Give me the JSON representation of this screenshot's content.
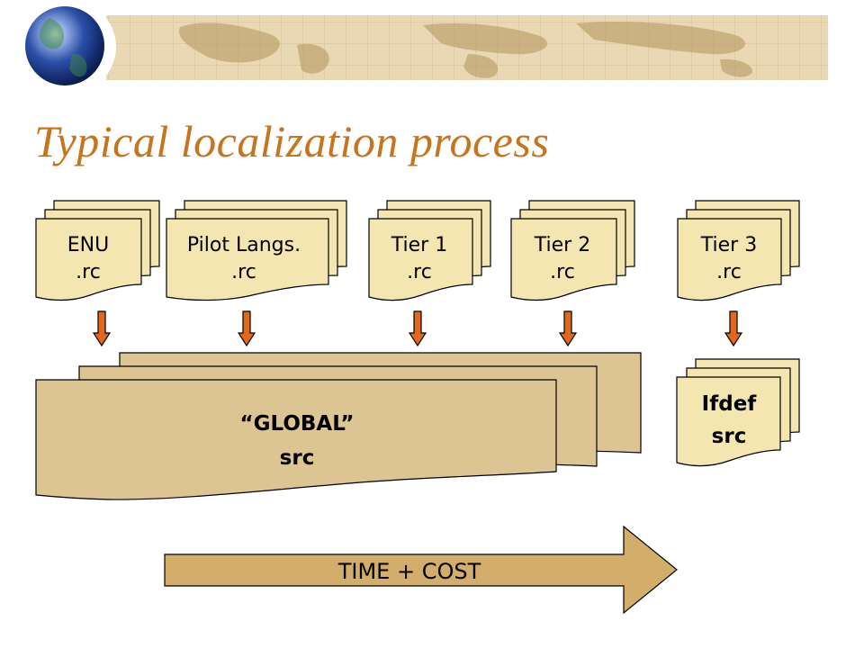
{
  "slide": {
    "title": "Typical localization process"
  },
  "decor": {
    "globe_icon": "globe-icon",
    "banner": "world-map-banner"
  },
  "rc_files": [
    {
      "line1": "ENU",
      "line2": ".rc"
    },
    {
      "line1": "Pilot Langs.",
      "line2": ".rc"
    },
    {
      "line1": "Tier 1",
      "line2": ".rc"
    },
    {
      "line1": "Tier 2",
      "line2": ".rc"
    },
    {
      "line1": "Tier 3",
      "line2": ".rc"
    }
  ],
  "global_src": {
    "line1": "“GLOBAL”",
    "line2": "src"
  },
  "ifdef_src": {
    "line1": "Ifdef",
    "line2": "src"
  },
  "time_arrow": {
    "label": "TIME + COST"
  },
  "colors": {
    "title": "#c8741e",
    "doc_fill": "#f4e6b0",
    "global_fill": "#dcc493",
    "arrow_fill": "#d3ad6a",
    "down_arrow_fill": "#e2691b",
    "banner_fill": "#e9d8b3"
  }
}
